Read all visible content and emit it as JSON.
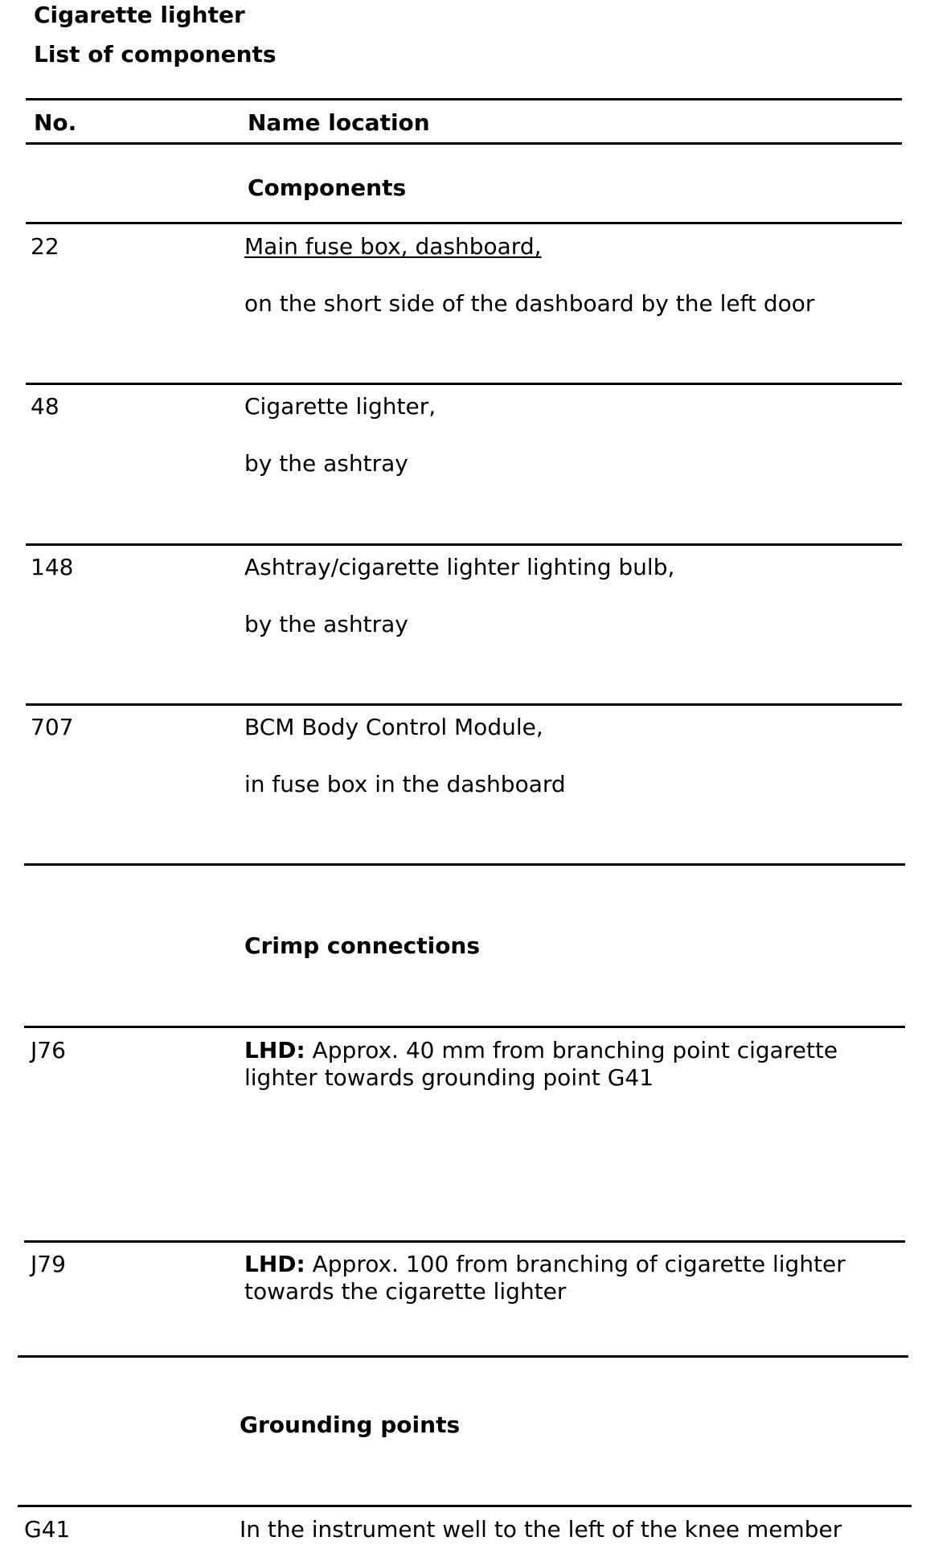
{
  "header": {
    "title": "Cigarette lighter",
    "subtitle": "List of components"
  },
  "table": {
    "col_no": "No.",
    "col_name": "Name location"
  },
  "components": {
    "heading": "Components",
    "rows": [
      {
        "no": "22",
        "name": "Main fuse box, dashboard,",
        "location": "on the short side of the dashboard by the left door"
      },
      {
        "no": "48",
        "name": "Cigarette lighter,",
        "location": "by the ashtray"
      },
      {
        "no": "148",
        "name": "Ashtray/cigarette lighter lighting bulb,",
        "location": "by the ashtray"
      },
      {
        "no": "707",
        "name": "BCM Body Control Module,",
        "location": "in fuse box in the dashboard"
      }
    ]
  },
  "crimp": {
    "heading": "Crimp connections",
    "rows": [
      {
        "no": "J76",
        "prefix": "LHD:",
        "text": " Approx. 40 mm from branching point cigarette lighter towards grounding point G41"
      },
      {
        "no": "J79",
        "prefix": "LHD:",
        "text": " Approx. 100 from branching of cigarette lighter towards the cigarette lighter"
      }
    ]
  },
  "grounding": {
    "heading": "Grounding points",
    "rows": [
      {
        "no": "G41",
        "text": "In the instrument well to the left of the knee member"
      }
    ]
  }
}
